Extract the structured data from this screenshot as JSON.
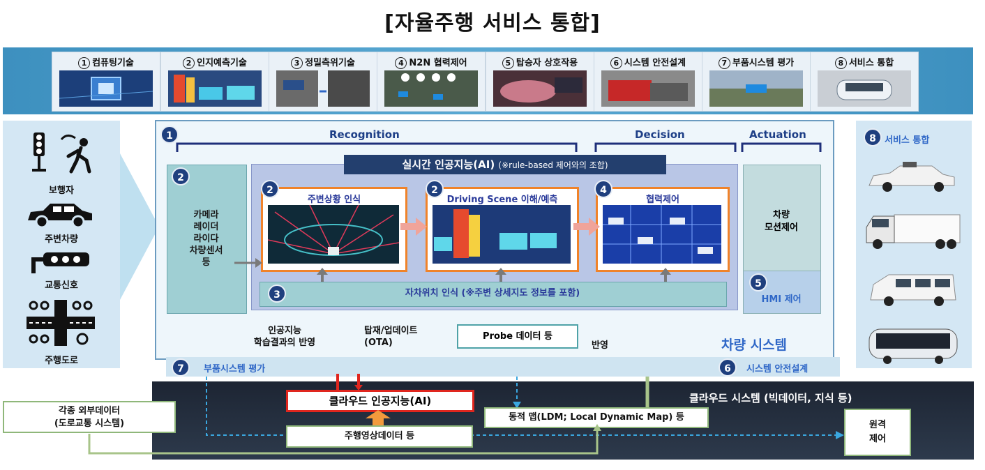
{
  "title": "[자율주행 서비스 통합]",
  "banner_items": [
    {
      "num": "1",
      "label": "컴퓨팅기술"
    },
    {
      "num": "2",
      "label": "인지예측기술"
    },
    {
      "num": "3",
      "label": "정밀측위기술"
    },
    {
      "num": "4",
      "label": "N2N 협력제어"
    },
    {
      "num": "5",
      "label": "탑승자 상호작용"
    },
    {
      "num": "6",
      "label": "시스템 안전설계"
    },
    {
      "num": "7",
      "label": "부품시스템 평가"
    },
    {
      "num": "8",
      "label": "서비스 통합"
    }
  ],
  "left_items": {
    "pedestrian": "보행자",
    "vehicle": "주변차량",
    "signal": "교통신호",
    "road": "주행도로"
  },
  "vehicle_system": {
    "sections": {
      "recognition": "Recognition",
      "decision": "Decision",
      "actuation": "Actuation"
    },
    "badge_main": "1",
    "ai_header": "실시간 인공지능(AI)",
    "ai_header_note": "(※rule-based 제어와의 조합)",
    "sensor_badge": "2",
    "sensor_text": "카메라\n레이더\n라이다\n차량센서\n등",
    "box1": {
      "badge": "2",
      "title": "주변상황 인식"
    },
    "box2": {
      "badge": "2",
      "title": "Driving Scene 이해/예측"
    },
    "box3": {
      "badge": "4",
      "title": "협력제어"
    },
    "self_pos": {
      "badge": "3",
      "text": "자차위치 인식 (※주변 상세지도 정보를 포함)"
    },
    "motion": "차량\n모션제어",
    "hmi": {
      "badge": "5",
      "text": "HMI 제어"
    },
    "learn": "인공지능\n학습결과의 반영",
    "ota": "탑재/업데이트\n(OTA)",
    "probe": "Probe 데이터 등",
    "reflect": "반영",
    "label": "차량 시스템",
    "eval": {
      "badge": "7",
      "text": "부품시스템 평가"
    },
    "safety": {
      "badge": "6",
      "text": "시스템 안전설계"
    }
  },
  "cloud": {
    "label": "클라우드 시스템 (빅데이터, 지식 등)",
    "ai": "클라우드 인공지능(AI)",
    "ldm": "동적 맵(LDM; Local Dynamic Map) 등",
    "video": "주행영상데이터 등",
    "external": "각종 외부데이터\n(도로교통 시스템)",
    "remote": "원격\n제어"
  },
  "service": {
    "badge": "8",
    "text": "서비스 통합"
  },
  "colors": {
    "navy": "#1f3f7e",
    "orange": "#f0832a",
    "red": "#e0261e",
    "cloud": "#1d2533",
    "accent_blue": "#2f67c7"
  }
}
